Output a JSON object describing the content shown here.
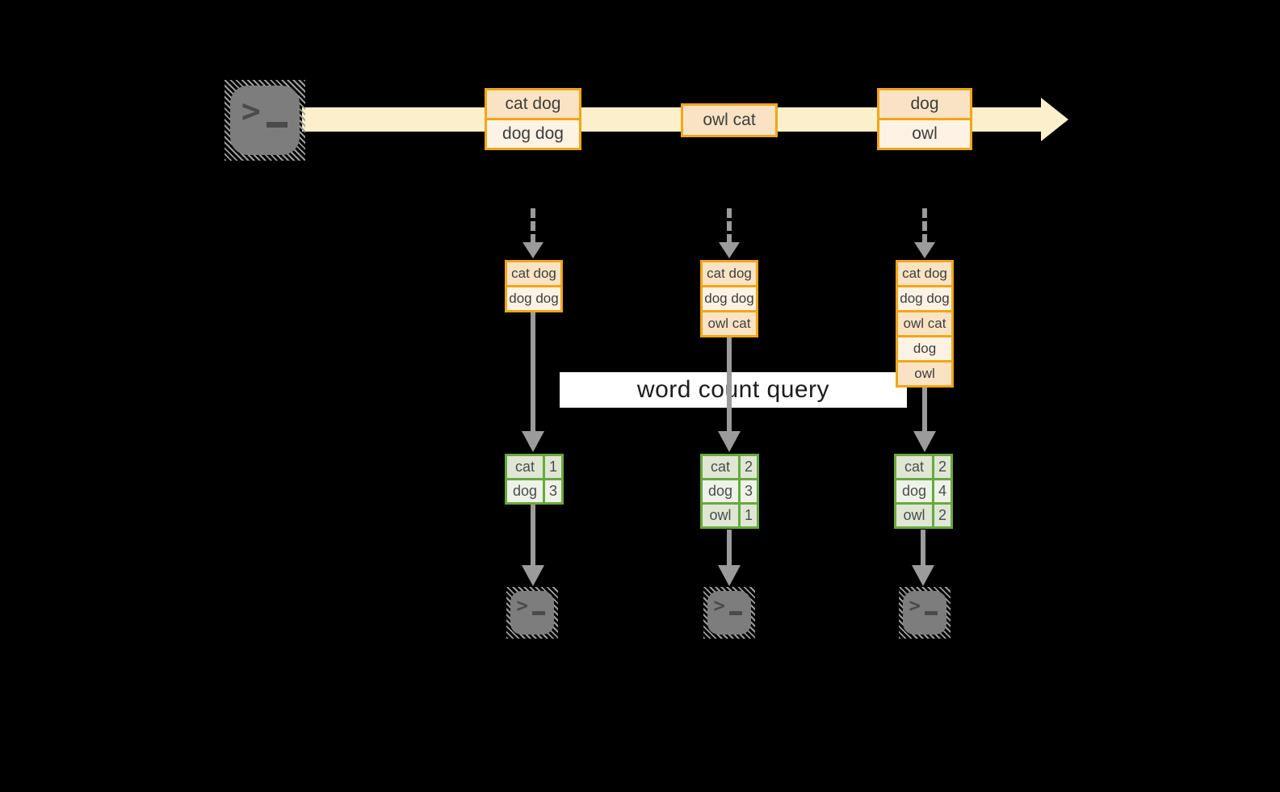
{
  "diagram": {
    "query_label": "word count query",
    "source": {
      "icon": "terminal-icon"
    },
    "stream_events": [
      {
        "lines": [
          "cat dog",
          "dog dog"
        ]
      },
      {
        "lines": [
          "owl cat"
        ]
      },
      {
        "lines": [
          "dog",
          "owl"
        ]
      }
    ],
    "columns": [
      {
        "buffer": [
          "cat dog",
          "dog dog"
        ],
        "counts": [
          {
            "word": "cat",
            "count": "1"
          },
          {
            "word": "dog",
            "count": "3"
          }
        ],
        "sink_icon": "terminal-icon"
      },
      {
        "buffer": [
          "cat dog",
          "dog dog",
          "owl cat"
        ],
        "counts": [
          {
            "word": "cat",
            "count": "2"
          },
          {
            "word": "dog",
            "count": "3"
          },
          {
            "word": "owl",
            "count": "1"
          }
        ],
        "sink_icon": "terminal-icon"
      },
      {
        "buffer": [
          "cat dog",
          "dog dog",
          "owl cat",
          "dog",
          "owl"
        ],
        "counts": [
          {
            "word": "cat",
            "count": "2"
          },
          {
            "word": "dog",
            "count": "4"
          },
          {
            "word": "owl",
            "count": "2"
          }
        ],
        "sink_icon": "terminal-icon"
      }
    ],
    "colors": {
      "background": "#000000",
      "stream_band": "#fbf0cb",
      "orange_stroke": "#f1a617",
      "peach_dark": "#fae3c4",
      "peach_light": "#fdf2e3",
      "green_stroke": "#68a93d",
      "green_row_dark": "#dfe7d4",
      "green_row_light": "#eef2e8",
      "arrow_gray": "#9b9b9b",
      "label_bg": "#ffffff",
      "terminal_gray": "#7d7d7d"
    }
  }
}
